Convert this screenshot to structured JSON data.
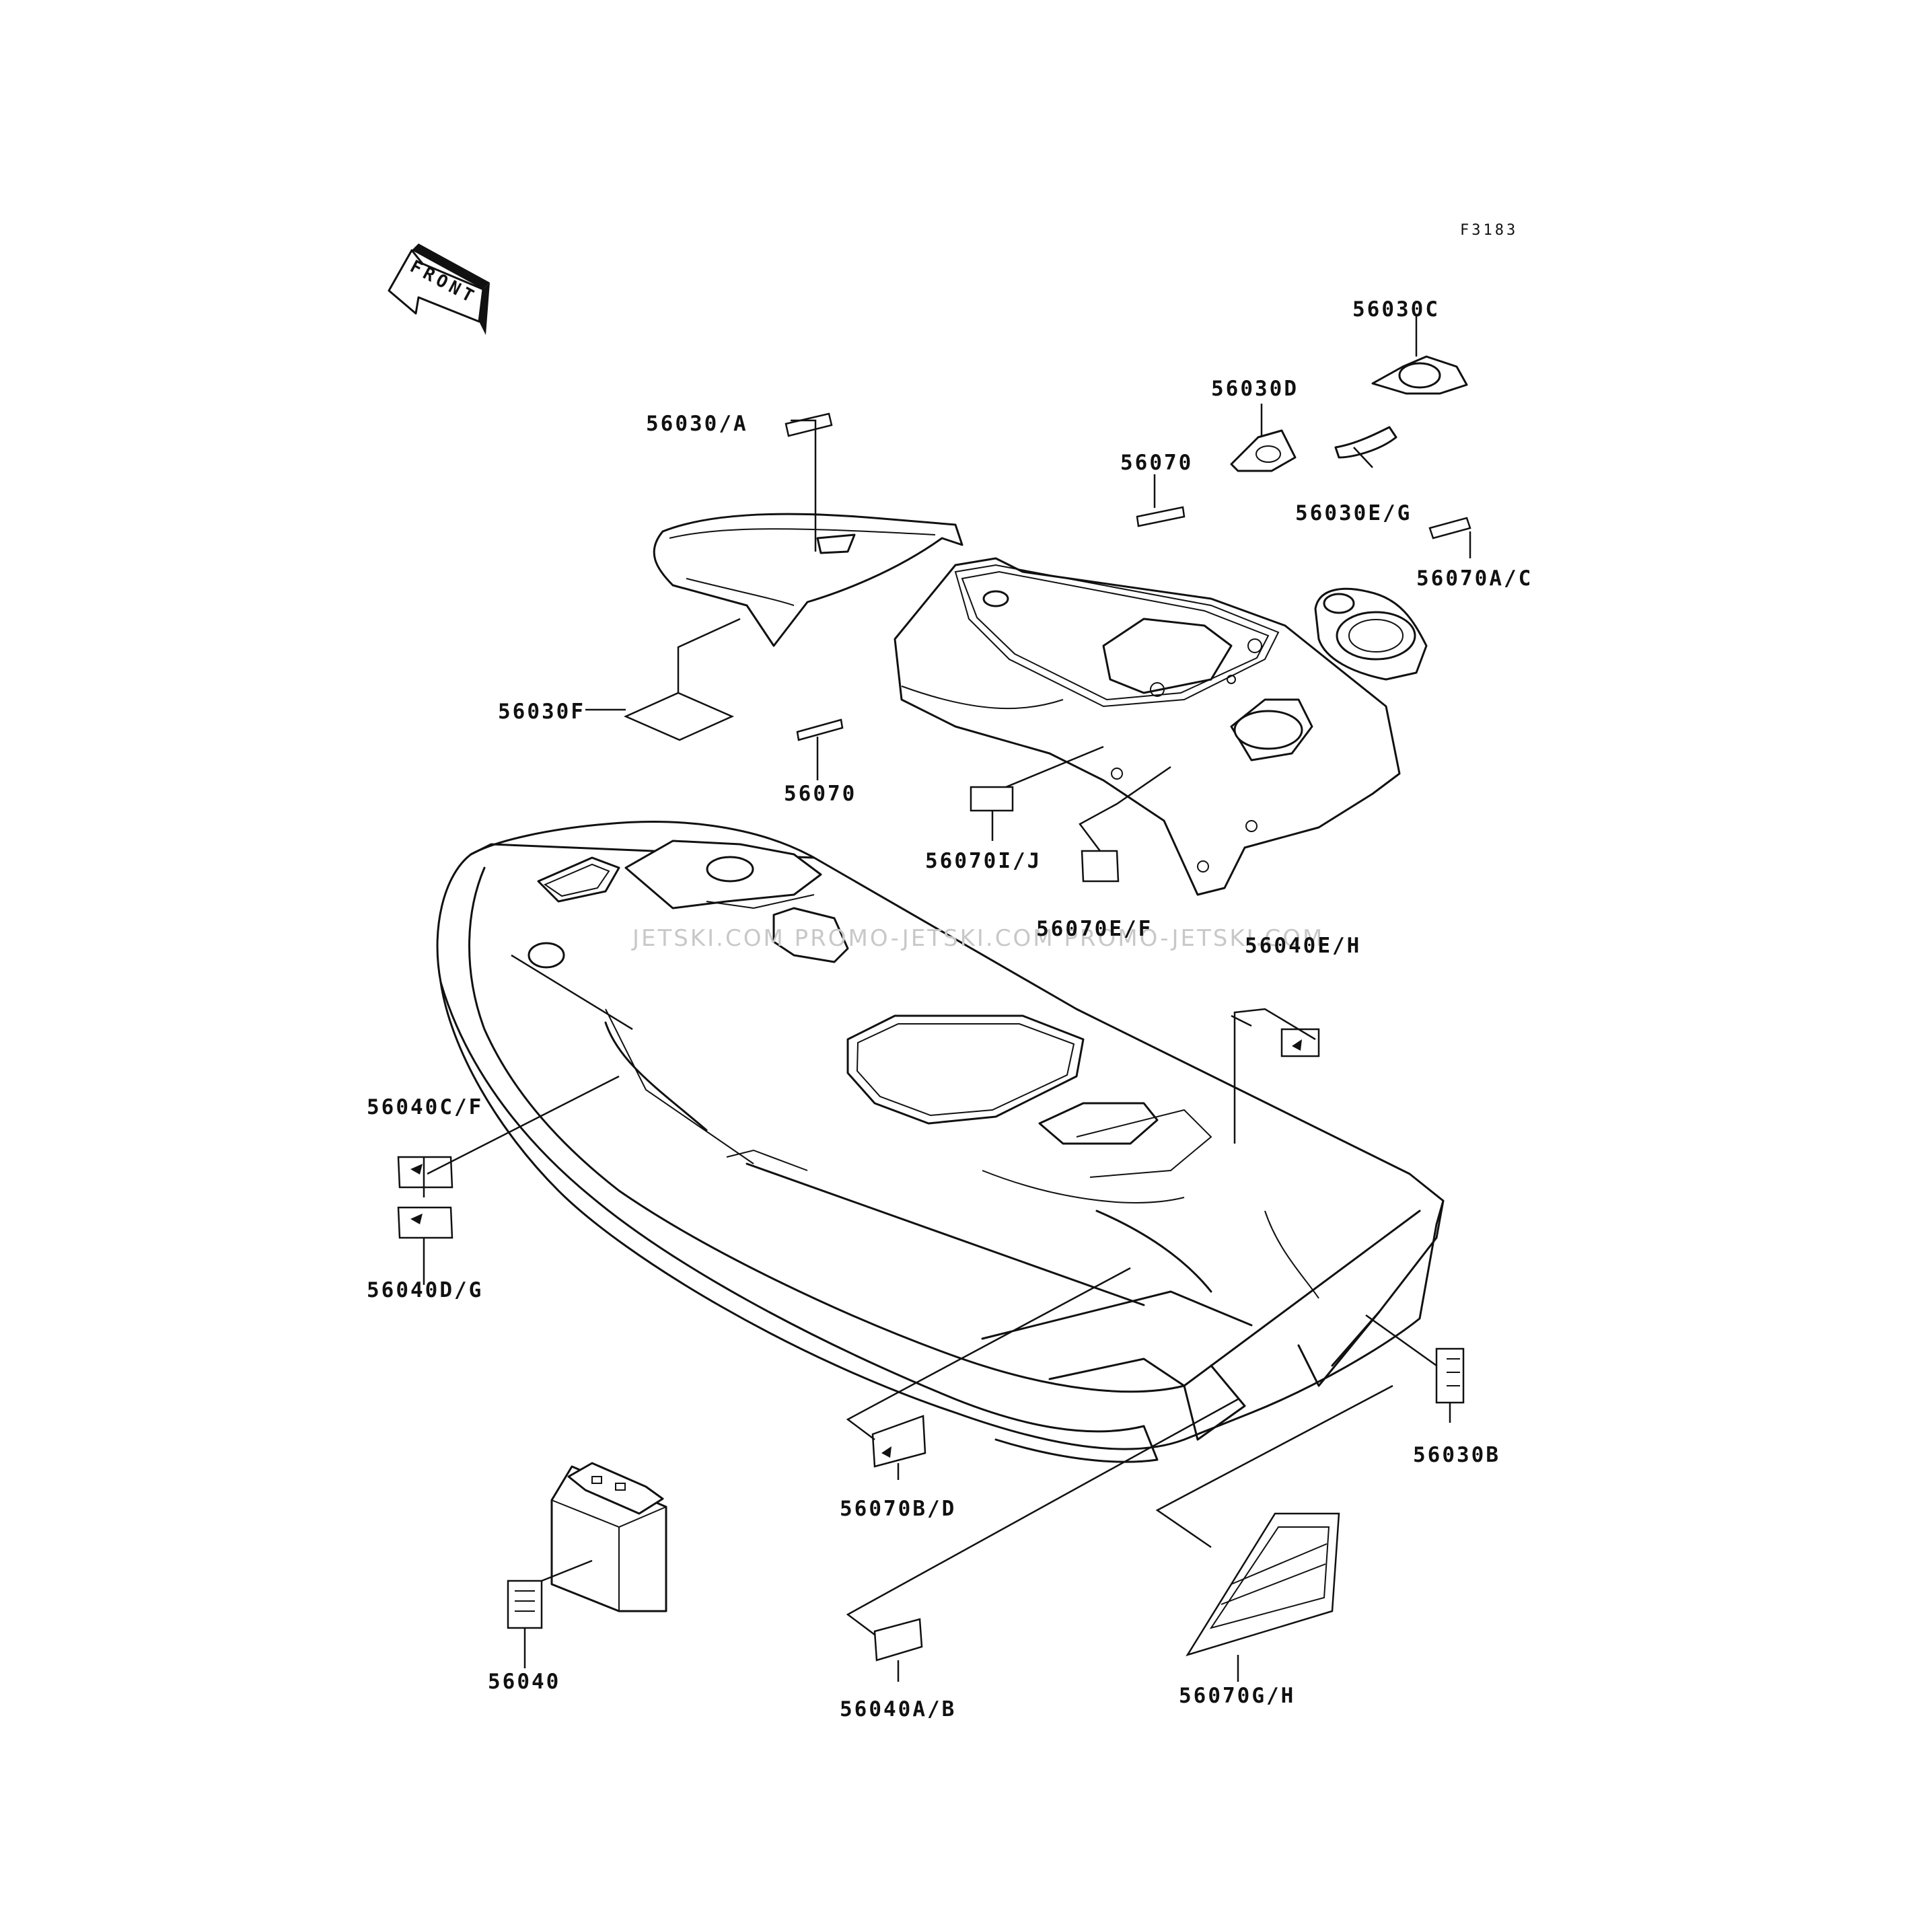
{
  "diagram": {
    "code": "F3183",
    "front_label": "FRONT",
    "watermark": "JETSKI.COM PROMO-JETSKI.COM PROMO-JETSKI.COM",
    "labels": {
      "l_56030c": "56030C",
      "l_56030d": "56030D",
      "l_56030a": "56030/A",
      "l_56070_top": "56070",
      "l_56030eg": "56030E/G",
      "l_56070ac": "56070A/C",
      "l_56030f": "56030F",
      "l_56070_mid": "56070",
      "l_56070ij": "56070I/J",
      "l_56070ef": "56070E/F",
      "l_56040eh": "56040E/H",
      "l_56040cf": "56040C/F",
      "l_56040dg": "56040D/G",
      "l_56030b": "56030B",
      "l_56070bd": "56070B/D",
      "l_56040": "56040",
      "l_56040ab": "56040A/B",
      "l_56070gh": "56070G/H"
    },
    "line_color": "#111111",
    "background": "#ffffff"
  }
}
